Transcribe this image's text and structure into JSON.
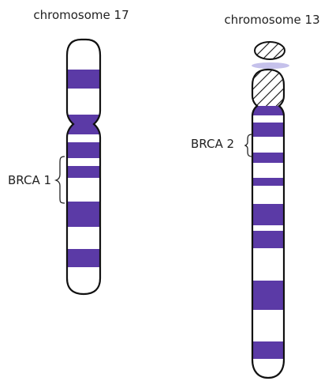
{
  "chromosomes": [
    {
      "title": "chromosome 17",
      "gene_label": "BRCA 1"
    },
    {
      "title": "chromosome 13",
      "gene_label": "BRCA 2"
    }
  ],
  "colors": {
    "band": "#5b3aa6",
    "outline": "#111111",
    "satellite_glow": "#b7b1e6"
  }
}
